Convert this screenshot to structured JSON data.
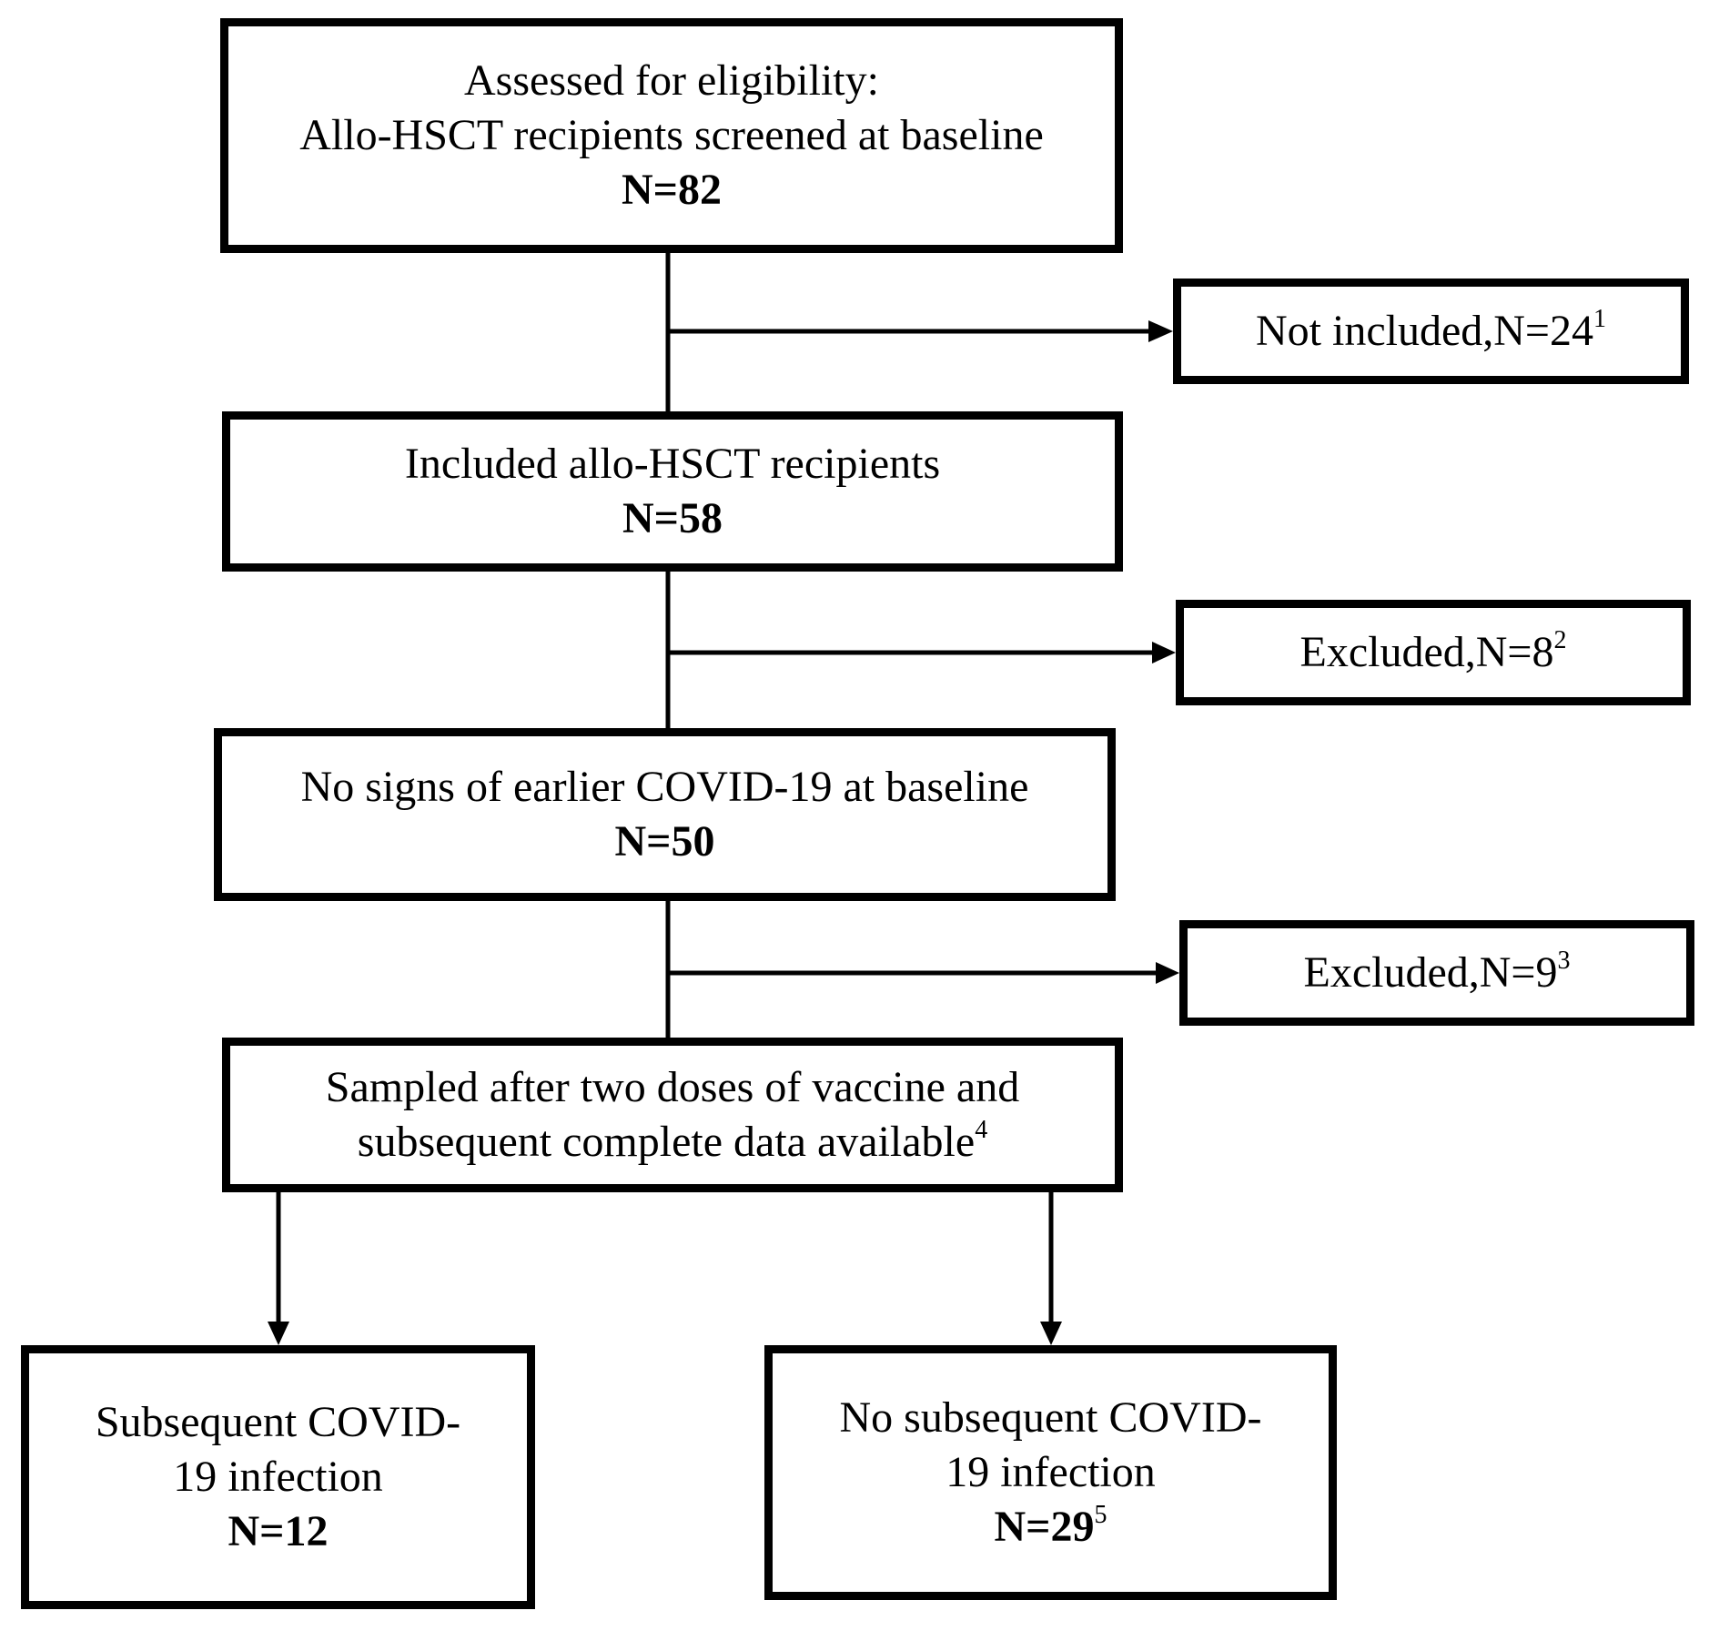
{
  "flowchart": {
    "eligibility": {
      "line1": "Assessed for eligibility:",
      "line2": "Allo-HSCT recipients screened at baseline",
      "count": "N=82"
    },
    "not_included": {
      "text": "Not included,N=24",
      "footnote": "1"
    },
    "included": {
      "line1": "Included allo-HSCT recipients",
      "count": "N=58"
    },
    "excluded_1": {
      "text": "Excluded,N=8",
      "footnote": "2"
    },
    "no_signs": {
      "line1": "No signs of earlier COVID-19 at baseline",
      "count": "N=50"
    },
    "excluded_2": {
      "text": "Excluded,N=9",
      "footnote": "3"
    },
    "sampled": {
      "line1": "Sampled after two doses of vaccine and",
      "line2": "subsequent complete data available",
      "footnote": "4"
    },
    "infection": {
      "line1": "Subsequent COVID-",
      "line2": "19 infection",
      "count": "N=12"
    },
    "no_infection": {
      "line1": "No subsequent COVID-",
      "line2": "19 infection",
      "count": "N=29",
      "footnote": "5"
    }
  }
}
